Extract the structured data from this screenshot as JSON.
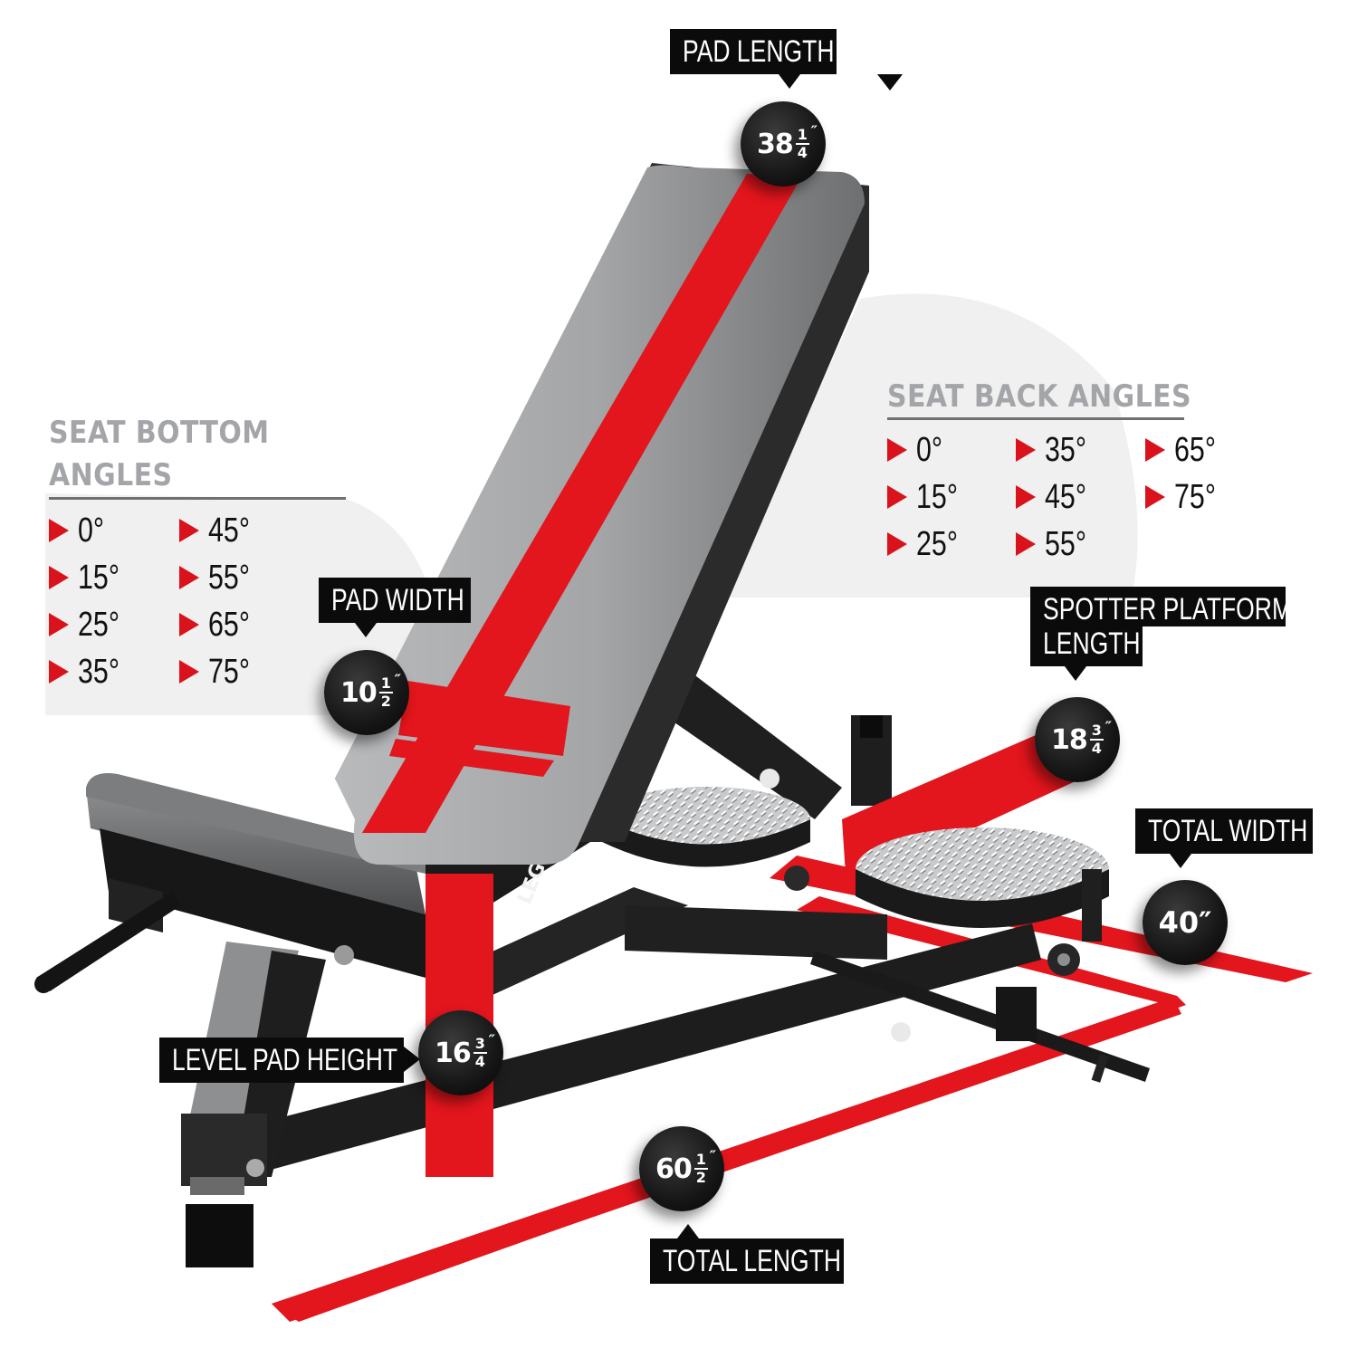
{
  "brand": {
    "logo_text": "LEGEND"
  },
  "colors": {
    "accent_red": "#e3151d",
    "tag_black": "#0b0b0b",
    "heading_gray": "#a3a5a8",
    "pad_gray": "#9b9c9e",
    "frame_black": "#1b1b1b"
  },
  "seat_bottom_angles": {
    "title_line1": "SEAT BOTTOM",
    "title_line2": "ANGLES",
    "items": [
      "0°",
      "15°",
      "25°",
      "35°",
      "45°",
      "55°",
      "65°",
      "75°"
    ]
  },
  "seat_back_angles": {
    "title": "SEAT BACK ANGLES",
    "items": [
      "0°",
      "15°",
      "25°",
      "35°",
      "45°",
      "55°",
      "65°",
      "75°"
    ]
  },
  "dimensions": {
    "pad_length": {
      "label": "PAD LENGTH",
      "whole": "38",
      "num": "1",
      "den": "4",
      "unit": "″"
    },
    "pad_width": {
      "label": "PAD WIDTH",
      "whole": "10",
      "num": "1",
      "den": "2",
      "unit": "″"
    },
    "spotter_platform_length": {
      "label_line1": "SPOTTER PLATFORM",
      "label_line2": "LENGTH",
      "whole": "18",
      "num": "3",
      "den": "4",
      "unit": "″"
    },
    "total_width": {
      "label": "TOTAL WIDTH",
      "value": "40″"
    },
    "level_pad_height": {
      "label": "LEVEL PAD HEIGHT",
      "whole": "16",
      "num": "3",
      "den": "4",
      "unit": "″"
    },
    "total_length": {
      "label": "TOTAL LENGTH",
      "whole": "60",
      "num": "1",
      "den": "2",
      "unit": "″"
    }
  }
}
